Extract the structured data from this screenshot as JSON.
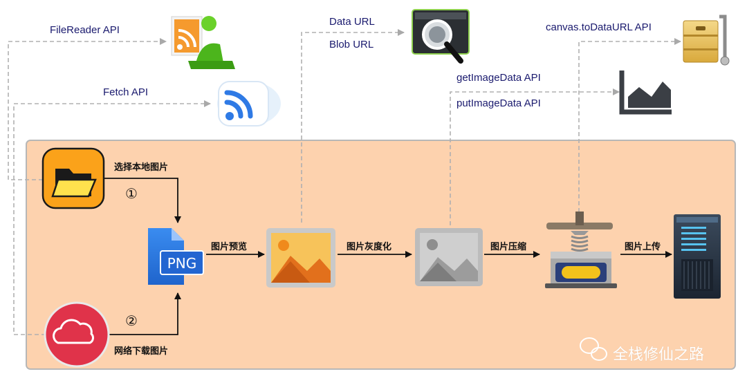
{
  "apis": {
    "filereader": "FileReader API",
    "fetch": "Fetch API",
    "data_url": "Data URL",
    "blob_url": "Blob URL",
    "get_image_data": "getImageData API",
    "put_image_data": "putImageData API",
    "canvas_to_data_url": "canvas.toDataURL API"
  },
  "steps": {
    "select_local": "选择本地图片",
    "download": "网络下载图片",
    "preview": "图片预览",
    "grayscale": "图片灰度化",
    "compress": "图片压缩",
    "upload": "图片上传"
  },
  "markers": {
    "one": "①",
    "two": "②"
  },
  "png_text": "PNG",
  "watermark": "全栈修仙之路",
  "icons": [
    "folder-icon",
    "cloud-icon",
    "png-file-icon",
    "image-color-icon",
    "image-gray-icon",
    "press-compress-icon",
    "server-icon",
    "rss-reader-icon",
    "rss-feed-icon",
    "magnifier-terminal-icon",
    "area-chart-icon",
    "archive-zip-icon",
    "wechat-icon"
  ],
  "colors": {
    "panel_bg": "#fdd2ae",
    "panel_border": "#b7b7b7",
    "api_text": "#1a1a6e",
    "dashed": "#b0b0b0",
    "png_blue": "#2f7ae5",
    "cloud_red": "#e0334a",
    "folder_orange": "#fba21a"
  }
}
